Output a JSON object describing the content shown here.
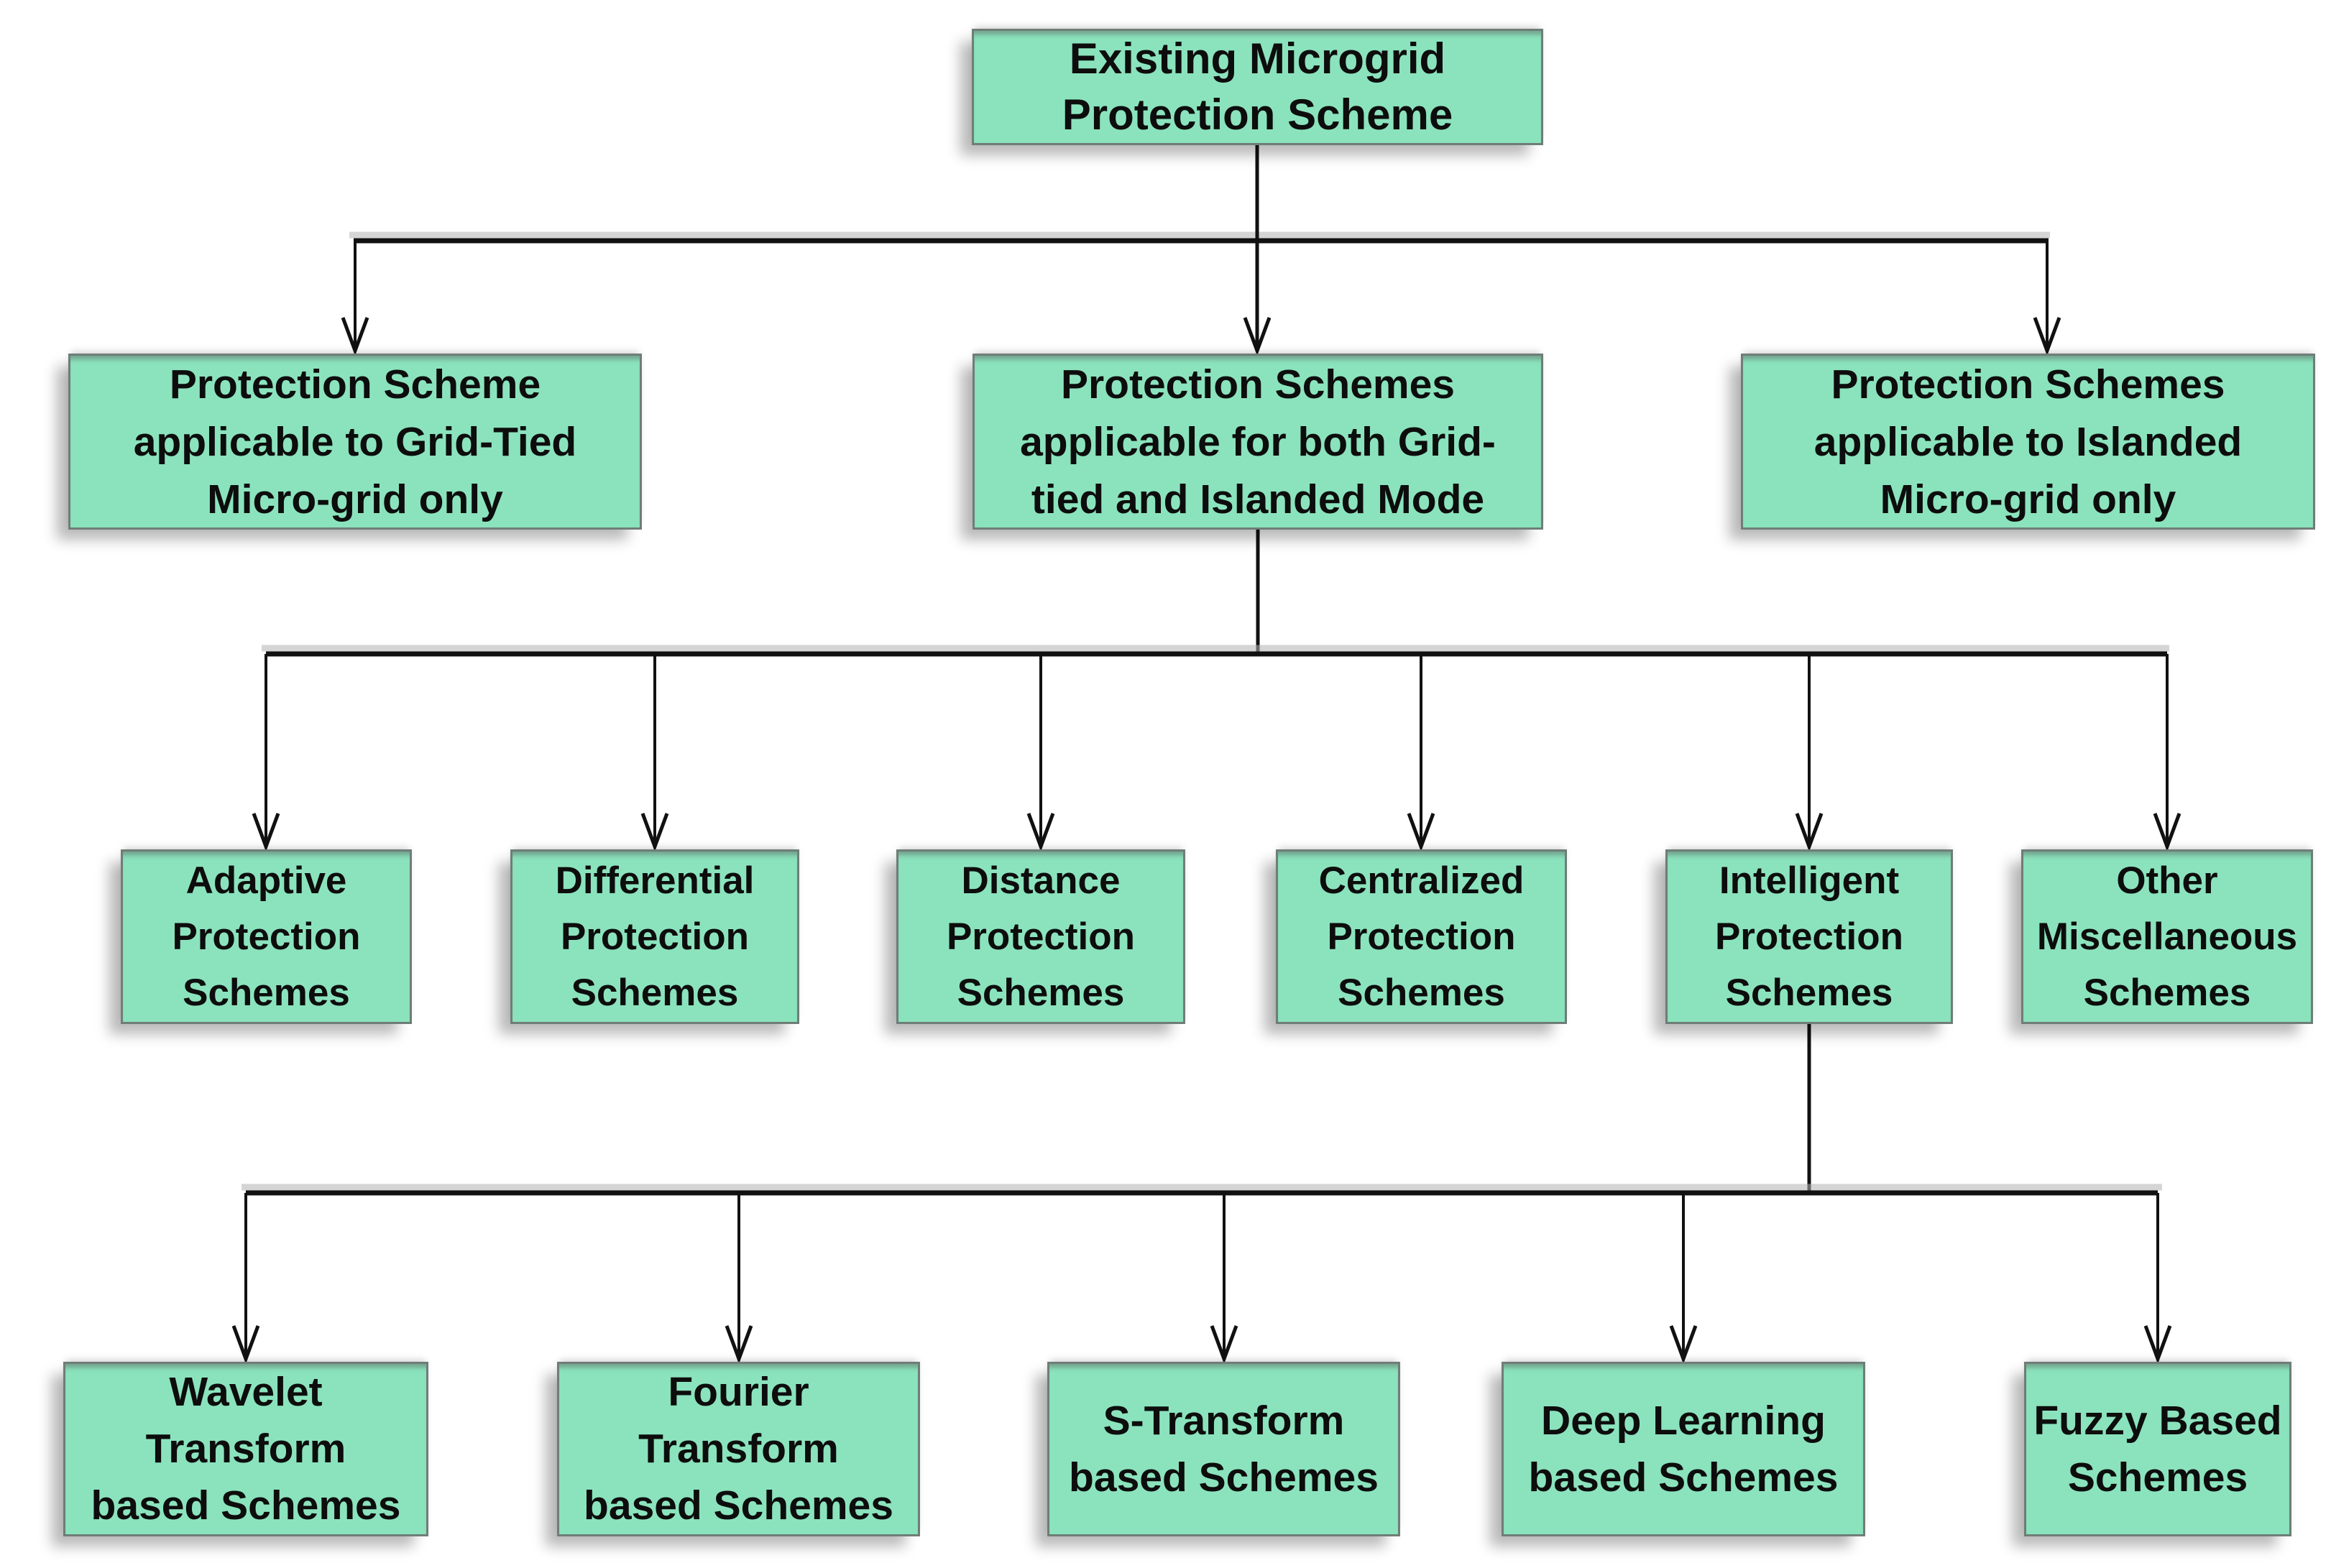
{
  "diagram": {
    "title": "Existing Microgrid Protection Scheme classification flowchart",
    "colors": {
      "box_fill": "#8BE3BD",
      "box_border": "#6F7D78",
      "connector": "#111111",
      "text": "#0d0d0d",
      "background": "#ffffff"
    },
    "root": {
      "label": "Existing Microgrid\nProtection Scheme"
    },
    "level2": [
      {
        "label": "Protection Scheme\napplicable to Grid-Tied\nMicro-grid only"
      },
      {
        "label": "Protection Schemes\napplicable for both Grid-\ntied and Islanded Mode"
      },
      {
        "label": "Protection Schemes\napplicable to Islanded\nMicro-grid only"
      }
    ],
    "level3": [
      {
        "label": "Adaptive\nProtection\nSchemes"
      },
      {
        "label": "Differential\nProtection\nSchemes"
      },
      {
        "label": "Distance\nProtection\nSchemes"
      },
      {
        "label": "Centralized\nProtection\nSchemes"
      },
      {
        "label": "Intelligent\nProtection\nSchemes"
      },
      {
        "label": "Other\nMiscellaneous\nSchemes"
      }
    ],
    "level4": [
      {
        "label": "Wavelet\nTransform\nbased Schemes"
      },
      {
        "label": "Fourier\nTransform\nbased Schemes"
      },
      {
        "label": "S-Transform\nbased Schemes"
      },
      {
        "label": "Deep Learning\nbased Schemes"
      },
      {
        "label": "Fuzzy Based\nSchemes"
      }
    ]
  }
}
